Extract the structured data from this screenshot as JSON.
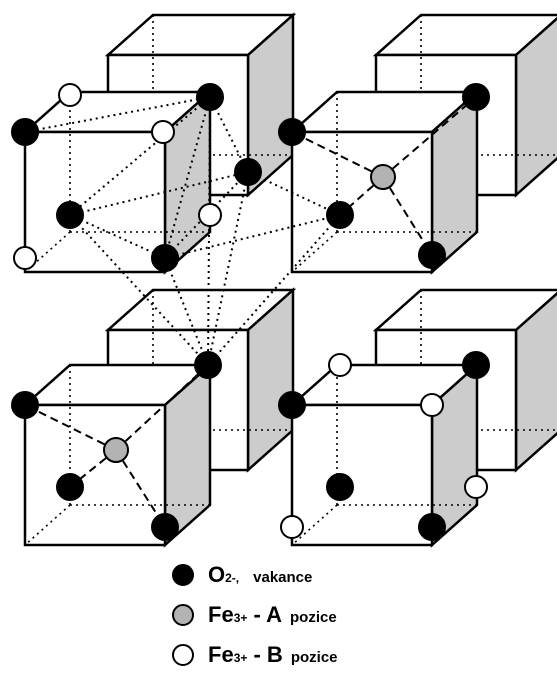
{
  "colors": {
    "oxygen": "#000000",
    "fe_a": "#b3b3b3",
    "fe_b": "#ffffff",
    "cube_side": "#cccccc",
    "line": "#000000"
  },
  "legend": {
    "items": [
      {
        "symbol": "O",
        "charge": "2-,",
        "suffix": "vakance",
        "marker": "filled-black"
      },
      {
        "symbol": "Fe",
        "charge": "3+",
        "site": " - A",
        "suffix": "pozice",
        "marker": "filled-gray"
      },
      {
        "symbol": "Fe",
        "charge": "3+",
        "site": " - B",
        "suffix": "pozice",
        "marker": "open-white"
      }
    ]
  }
}
